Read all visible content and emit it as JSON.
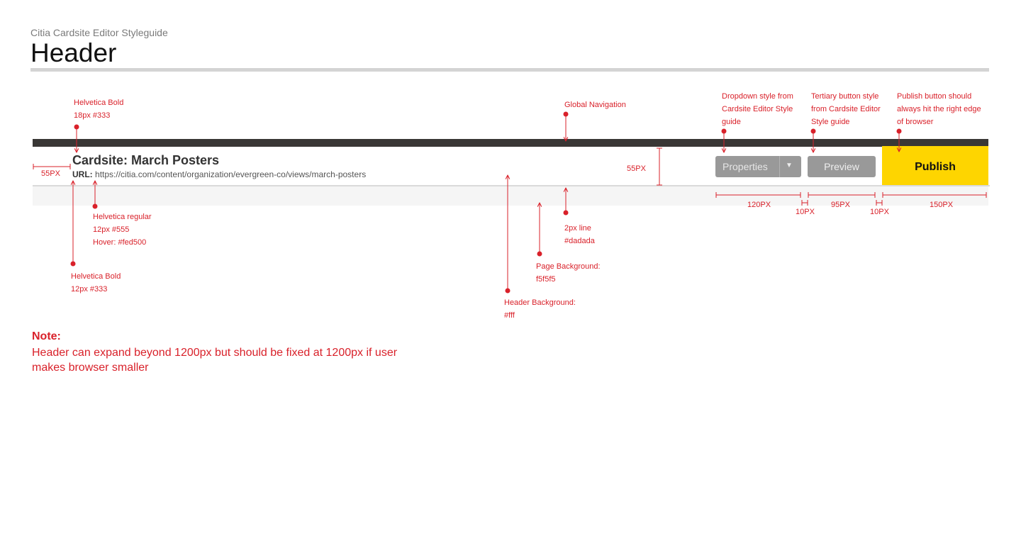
{
  "page": {
    "subtitle": "Citia Cardsite Editor Styleguide",
    "title": "Header"
  },
  "header_mock": {
    "cardsite_title": "Cardsite: March Posters",
    "url_label": "URL:",
    "url_value": "https://citia.com/content/organization/evergreen-co/views/march-posters",
    "dropdown_label": "Properties",
    "dropdown_caret": "▼",
    "preview_label": "Preview",
    "publish_label": "Publish"
  },
  "annotations": {
    "title_font": [
      "Helvetica Bold",
      "18px #333"
    ],
    "url_font": [
      "Helvetica regular",
      "12px #555",
      "Hover: #fed500"
    ],
    "url_label_font": [
      "Helvetica Bold",
      "12px #333"
    ],
    "global_nav": "Global Navigation",
    "dropdown_style": [
      "Dropdown style from",
      "Cardsite Editor Style",
      "guide"
    ],
    "tertiary_style": [
      "Tertiary button style",
      "from Cardsite Editor",
      "Style guide"
    ],
    "publish_style": [
      "Publish button should",
      "always hit the right edge",
      "of browser"
    ],
    "header_bg": [
      "Header Background:",
      "#fff"
    ],
    "page_bg": [
      "Page Background:",
      "f5f5f5"
    ],
    "line": [
      "2px line",
      "#dadada"
    ]
  },
  "dimensions": {
    "left_margin": "55PX",
    "header_height": "55PX",
    "dropdown_width": "120PX",
    "gap_1": "10PX",
    "preview_width": "95PX",
    "gap_2": "10PX",
    "publish_width": "150PX"
  },
  "note": {
    "title": "Note:",
    "body": "Header can expand beyond 1200px but should be fixed at 1200px if user makes browser smaller"
  },
  "colors": {
    "annotation": "#d9212a",
    "nav": "#393735",
    "accent": "#fed500",
    "line": "#dadada",
    "page_bg": "#f5f5f5",
    "button_gray": "#999999"
  }
}
